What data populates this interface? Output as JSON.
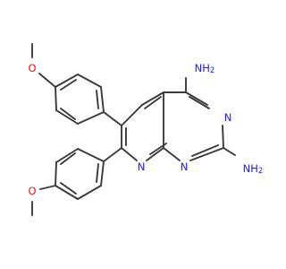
{
  "structure": {
    "atom_labels": {
      "amine_4": "NH",
      "amine_4_h": "2",
      "amine_2": "NH",
      "amine_2_h": "2",
      "ring_n3": "N",
      "ring_n1": "N",
      "ring_n8": "N",
      "methoxy_top_o": "O",
      "methoxy_bottom_o": "O"
    },
    "colors": {
      "bond": "#3a3a3a",
      "nitrogen": "#1a1aff",
      "oxygen": "#ff0d0d",
      "background": "#ffffff"
    }
  }
}
